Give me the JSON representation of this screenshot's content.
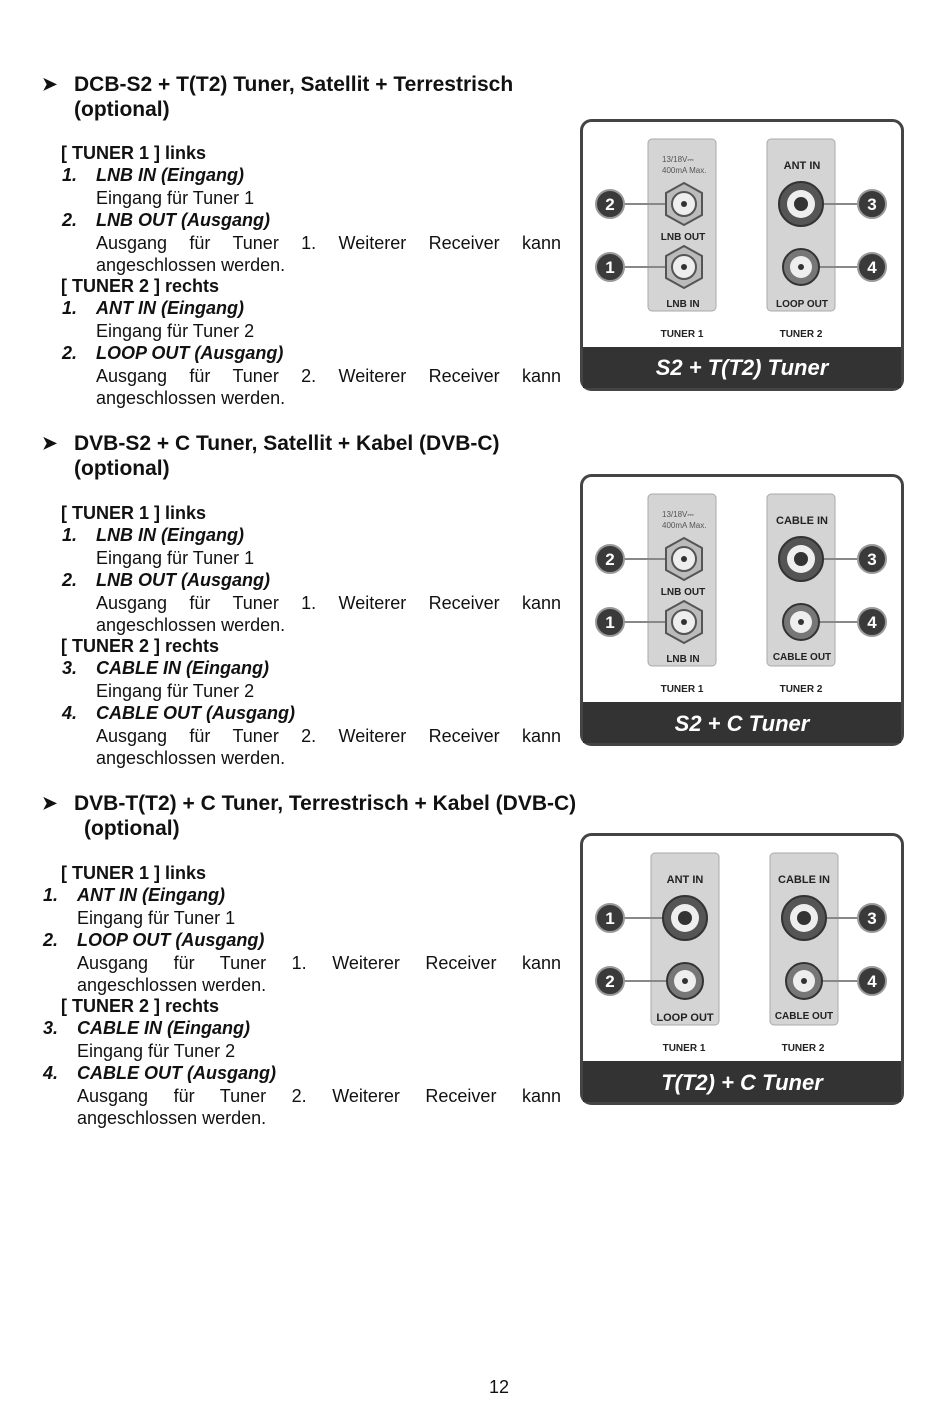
{
  "sections": [
    {
      "heading_line1": "DCB-S2 + T(T2) Tuner, Satellit + Terrestrisch",
      "heading_line2": "(optional)",
      "tuner1_label": "[ TUNER 1 ] links",
      "items": [
        {
          "num": "1.",
          "title": "LNB IN (Eingang)",
          "desc1": "Eingang für Tuner 1",
          "desc2": ""
        },
        {
          "num": "2.",
          "title": "LNB OUT (Ausgang)",
          "desc1": "Ausgang für Tuner 1. Weiterer Receiver kann",
          "desc2": "angeschlossen werden."
        }
      ],
      "tuner2_label": "[ TUNER 2 ] rechts",
      "items2": [
        {
          "num": "1.",
          "title": "ANT IN (Eingang)",
          "desc1": "Eingang für Tuner 2",
          "desc2": ""
        },
        {
          "num": "2.",
          "title": "LOOP OUT (Ausgang)",
          "desc1": "Ausgang für Tuner 2. Weiterer Receiver kann",
          "desc2": "angeschlossen werden."
        }
      ],
      "figure": {
        "panel1_note1": "13/18V⎓",
        "panel1_note2": "400mA Max.",
        "panel1_top": "",
        "panel1_mid": "LNB OUT",
        "panel1_bottom": "LNB IN",
        "panel2_top": "ANT IN",
        "panel2_bottom": "LOOP OUT",
        "tuner1": "TUNER 1",
        "tuner2": "TUNER 2",
        "callouts": [
          "2",
          "1",
          "3",
          "4"
        ],
        "title": "S2 + T(T2) Tuner"
      }
    },
    {
      "heading_line1": "DVB-S2 + C Tuner, Satellit + Kabel (DVB-C)",
      "heading_line2": "(optional)",
      "tuner1_label": "[ TUNER 1 ] links",
      "items": [
        {
          "num": "1.",
          "title": "LNB IN (Eingang)",
          "desc1": "Eingang für Tuner 1",
          "desc2": ""
        },
        {
          "num": "2.",
          "title": "LNB OUT (Ausgang)",
          "desc1": "Ausgang für Tuner 1. Weiterer Receiver kann",
          "desc2": "angeschlossen werden."
        }
      ],
      "tuner2_label": "[ TUNER 2 ] rechts",
      "items2": [
        {
          "num": "3.",
          "title": "CABLE IN (Eingang)",
          "desc1": "Eingang für Tuner 2",
          "desc2": ""
        },
        {
          "num": "4.",
          "title": "CABLE OUT (Ausgang)",
          "desc1": "Ausgang für Tuner 2. Weiterer Receiver kann",
          "desc2": "angeschlossen werden."
        }
      ],
      "figure": {
        "panel1_note1": "13/18V⎓",
        "panel1_note2": "400mA Max.",
        "panel1_top": "",
        "panel1_mid": "LNB OUT",
        "panel1_bottom": "LNB IN",
        "panel2_top": "CABLE IN",
        "panel2_bottom": "CABLE OUT",
        "tuner1": "TUNER 1",
        "tuner2": "TUNER 2",
        "callouts": [
          "2",
          "1",
          "3",
          "4"
        ],
        "title": "S2 + C Tuner"
      }
    },
    {
      "heading_line1": "DVB-T(T2) + C Tuner, Terrestrisch  +  Kabel (DVB-C)",
      "heading_line2": "(optional)",
      "tuner1_label": "[ TUNER 1 ] links",
      "items": [
        {
          "num": "1.",
          "title": "ANT IN (Eingang)",
          "desc1": "Eingang für Tuner 1",
          "desc2": ""
        },
        {
          "num": "2.",
          "title": "LOOP OUT (Ausgang)",
          "desc1": "Ausgang für Tuner 1. Weiterer Receiver kann",
          "desc2": "angeschlossen werden."
        }
      ],
      "tuner2_label": "[ TUNER 2 ] rechts",
      "items2": [
        {
          "num": "3.",
          "title": "CABLE IN (Eingang)",
          "desc1": "Eingang für Tuner 2",
          "desc2": ""
        },
        {
          "num": "4.",
          "title": "CABLE OUT (Ausgang)",
          "desc1": "Ausgang für Tuner 2. Weiterer Receiver kann",
          "desc2": "angeschlossen werden."
        }
      ],
      "figure": {
        "panel1_note1": "",
        "panel1_note2": "",
        "panel1_top": "ANT IN",
        "panel1_mid": "",
        "panel1_bottom": "LOOP OUT",
        "panel2_top": "CABLE IN",
        "panel2_bottom": "CABLE OUT",
        "tuner1": "TUNER 1",
        "tuner2": "TUNER 2",
        "callouts": [
          "1",
          "2",
          "3",
          "4"
        ],
        "title": "T(T2) + C Tuner"
      }
    }
  ],
  "page_number": "12",
  "colors": {
    "banner": "#333333",
    "panel": "#d4d4d4",
    "callout": "#3a3a3a"
  }
}
